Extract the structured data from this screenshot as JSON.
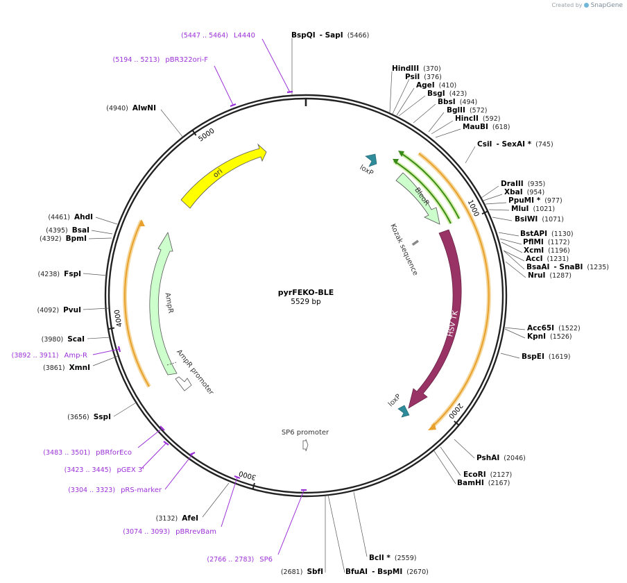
{
  "credit": {
    "prefix": "Created by",
    "brand": "SnapGene"
  },
  "plasmid": {
    "name": "pyrFEKO-BLE",
    "length_label": "5529 bp",
    "length": 5529
  },
  "ticks": [
    "1000",
    "2000",
    "3000",
    "4000",
    "5000"
  ],
  "features": [
    {
      "label": "ori",
      "color": "#ffff00",
      "direction": "cw"
    },
    {
      "label": "AmpR",
      "color": "#ccffcc",
      "direction": "ccw"
    },
    {
      "label": "AmpR promoter",
      "color": "#ffffff",
      "direction": "ccw"
    },
    {
      "label": "BleoR",
      "color": "#ccffcc",
      "direction": "cw"
    },
    {
      "label": "HSV TK",
      "color": "#993366",
      "direction": "cw"
    },
    {
      "label": "loxP",
      "color": "#2e8b9a",
      "direction": "cw"
    },
    {
      "label": "loxP",
      "color": "#2e8b9a",
      "direction": "cw"
    },
    {
      "label": "Kozak sequence",
      "color": "#888888",
      "direction": "none"
    },
    {
      "label": "SP6 promoter",
      "color": "#ffffff",
      "direction": "cw"
    }
  ],
  "sites": [
    {
      "name": "BspQI",
      "suffix": "-  SapI",
      "pos": "(5466)"
    },
    {
      "name": "HindIII",
      "pos": "(370)"
    },
    {
      "name": "PsiI",
      "pos": "(376)"
    },
    {
      "name": "AgeI",
      "pos": "(410)"
    },
    {
      "name": "BsgI",
      "pos": "(423)"
    },
    {
      "name": "BbsI",
      "pos": "(494)"
    },
    {
      "name": "BglII",
      "pos": "(572)"
    },
    {
      "name": "HincII",
      "pos": "(592)"
    },
    {
      "name": "MauBI",
      "pos": "(618)"
    },
    {
      "name": "CsiI",
      "suffix": "-  SexAI *",
      "pos": "(745)"
    },
    {
      "name": "DraIII",
      "pos": "(935)"
    },
    {
      "name": "XbaI",
      "pos": "(954)"
    },
    {
      "name": "PpuMI *",
      "pos": "(977)"
    },
    {
      "name": "MluI",
      "pos": "(1021)"
    },
    {
      "name": "BsiWI",
      "pos": "(1071)"
    },
    {
      "name": "BstAPI",
      "pos": "(1130)"
    },
    {
      "name": "PflMI",
      "pos": "(1172)"
    },
    {
      "name": "XcmI",
      "pos": "(1196)"
    },
    {
      "name": "AccI",
      "pos": "(1231)"
    },
    {
      "name": "BsaAI",
      "suffix": "-  SnaBI",
      "pos": "(1235)"
    },
    {
      "name": "NruI",
      "pos": "(1287)"
    },
    {
      "name": "Acc65I",
      "pos": "(1522)"
    },
    {
      "name": "KpnI",
      "pos": "(1526)"
    },
    {
      "name": "BspEI",
      "pos": "(1619)"
    },
    {
      "name": "PshAI",
      "pos": "(2046)"
    },
    {
      "name": "EcoRI",
      "pos": "(2127)"
    },
    {
      "name": "BamHI",
      "pos": "(2167)"
    },
    {
      "name": "BclI *",
      "pos": "(2559)"
    },
    {
      "name": "BfuAI",
      "suffix": "-  BspMI",
      "pos": "(2670)"
    },
    {
      "name": "SbfI",
      "pos": "(2681)"
    },
    {
      "name": "AfeI",
      "pos": "(3132)"
    },
    {
      "name": "SspI",
      "pos": "(3656)"
    },
    {
      "name": "XmnI",
      "pos": "(3861)"
    },
    {
      "name": "ScaI",
      "pos": "(3980)"
    },
    {
      "name": "PvuI",
      "pos": "(4092)"
    },
    {
      "name": "FspI",
      "pos": "(4238)"
    },
    {
      "name": "BpmI",
      "pos": "(4392)"
    },
    {
      "name": "BsaI",
      "pos": "(4395)"
    },
    {
      "name": "AhdI",
      "pos": "(4461)"
    },
    {
      "name": "AlwNI",
      "pos": "(4940)"
    }
  ],
  "primers": [
    {
      "range": "(5447 .. 5464)",
      "name": "L4440"
    },
    {
      "range": "(5194 .. 5213)",
      "name": "pBR322ori-F"
    },
    {
      "range": "(3892 .. 3911)",
      "name": "Amp-R"
    },
    {
      "range": "(3483 .. 3501)",
      "name": "pBRforEco"
    },
    {
      "range": "(3423 .. 3445)",
      "name": "pGEX 3'"
    },
    {
      "range": "(3304 .. 3323)",
      "name": "pRS-marker"
    },
    {
      "range": "(3074 .. 3093)",
      "name": "pBRrevBam"
    },
    {
      "range": "(2766 .. 2783)",
      "name": "SP6"
    }
  ],
  "colors": {
    "backbone": "#222222",
    "primer": "#9b30d9",
    "orf": "#f0a830",
    "green_arc": "#3a8a1a"
  }
}
